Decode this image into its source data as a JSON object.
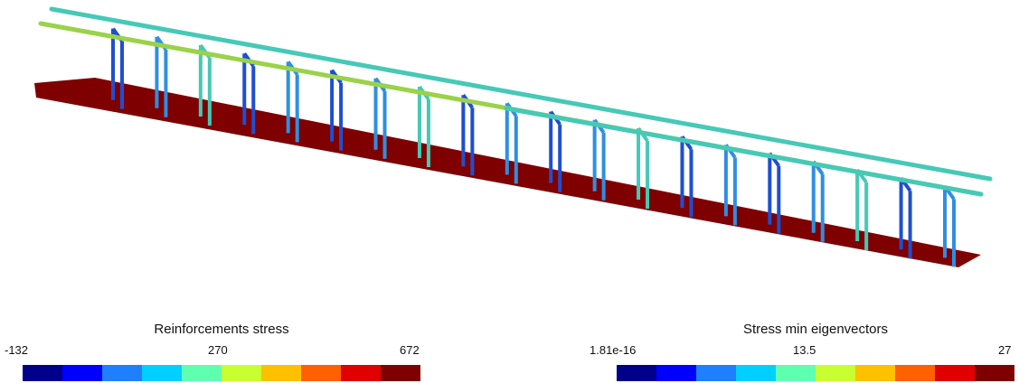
{
  "scene": {
    "name": "reinforced-beam-3d-view",
    "colors": {
      "concrete": "#7f0000",
      "bar": "#40c8c0",
      "stirrup": "#1f4fd0"
    }
  },
  "legends": [
    {
      "title": "Reinforcements stress",
      "min_label": "-132",
      "mid_label": "270",
      "max_label": "672",
      "colors": [
        "#00008b",
        "#0000ff",
        "#1e7fff",
        "#00d0ff",
        "#5fffb0",
        "#c8ff30",
        "#ffc000",
        "#ff6000",
        "#e00000",
        "#7f0000"
      ]
    },
    {
      "title": "Stress min eigenvectors",
      "min_label": "1.81e-16",
      "mid_label": "13.5",
      "max_label": "27",
      "colors": [
        "#00008b",
        "#0000ff",
        "#1e7fff",
        "#00d0ff",
        "#5fffb0",
        "#c8ff30",
        "#ffc000",
        "#ff6000",
        "#e00000",
        "#7f0000"
      ]
    }
  ]
}
